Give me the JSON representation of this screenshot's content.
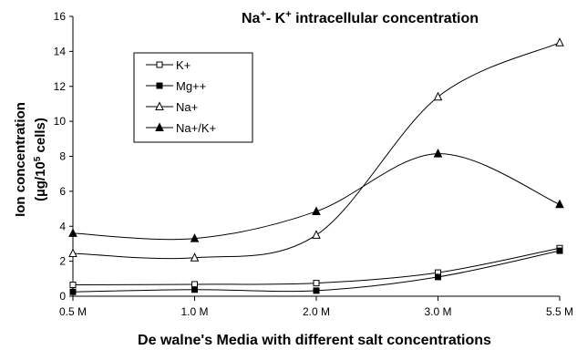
{
  "chart_data": {
    "type": "line",
    "title": "Na⁺- K⁺ intracellular concentration",
    "title_parts": {
      "a": "Na",
      "a_sup": "+",
      "b": "- K",
      "b_sup": "+",
      "c": " intracellular concentration"
    },
    "xlabel": "De walne's Media with different salt concentrations",
    "ylabel_line1": "Ion concentration",
    "ylabel_line2_pre": "(µg/10",
    "ylabel_line2_sup": "5",
    "ylabel_line2_post": " cells)",
    "categories": [
      "0.5 M",
      "1.0 M",
      "2.0 M",
      "3.0 M",
      "5.5 M"
    ],
    "ylim": [
      0,
      16
    ],
    "yticks": [
      "0",
      "2",
      "4",
      "6",
      "8",
      "10",
      "12",
      "14",
      "16"
    ],
    "smooth": true,
    "grid": false,
    "legend_position": "top-left",
    "series": [
      {
        "name": "K+",
        "marker": "square-open",
        "values": [
          0.65,
          0.68,
          0.75,
          1.35,
          2.75
        ]
      },
      {
        "name": "Mg++",
        "marker": "square-filled",
        "values": [
          0.25,
          0.38,
          0.32,
          1.1,
          2.6
        ]
      },
      {
        "name": "Na+",
        "marker": "triangle-open",
        "values": [
          2.45,
          2.2,
          3.5,
          11.4,
          14.5
        ]
      },
      {
        "name": "Na+/K+",
        "marker": "triangle-filled",
        "values": [
          3.6,
          3.3,
          4.85,
          8.15,
          5.25
        ]
      }
    ]
  }
}
